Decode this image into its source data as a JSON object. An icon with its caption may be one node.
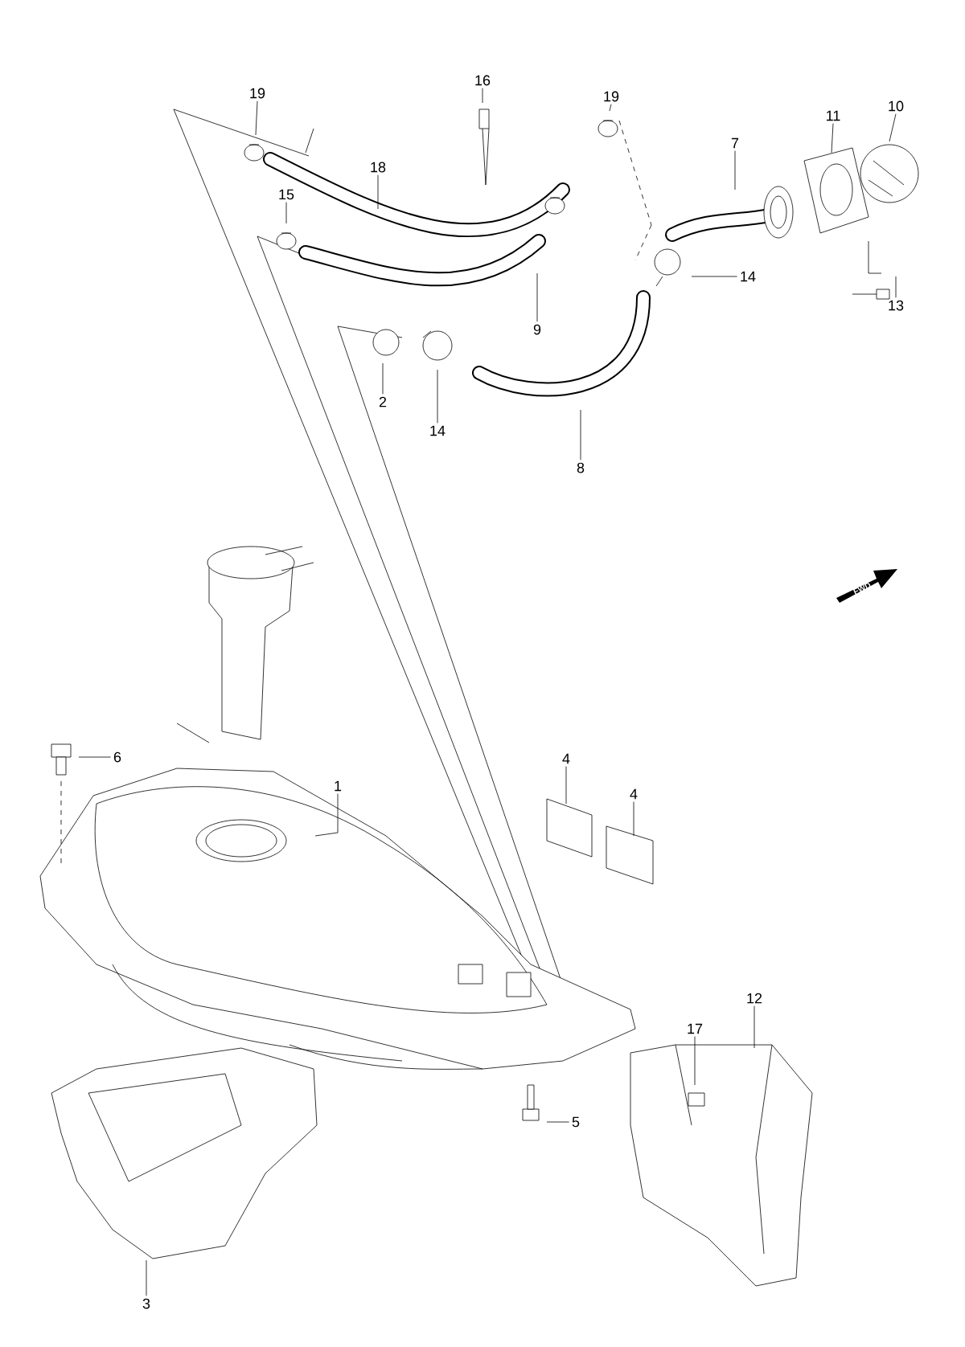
{
  "diagram": {
    "nodes": [
      {
        "text": [
          "16"
        ]
      },
      {
        "text": [
          "19"
        ]
      },
      {
        "text": [
          "19"
        ]
      },
      {
        "text": [
          "10"
        ]
      },
      {
        "text": [
          "11"
        ]
      },
      {
        "text": [
          "7"
        ]
      },
      {
        "text": [
          "18"
        ]
      },
      {
        "text": [
          "15"
        ]
      },
      {
        "text": [
          "14"
        ]
      },
      {
        "text": [
          "9"
        ]
      },
      {
        "text": [
          "13"
        ]
      },
      {
        "text": [
          "2"
        ]
      },
      {
        "text": [
          "14"
        ]
      },
      {
        "text": [
          "8"
        ]
      },
      {
        "text": [
          "6"
        ]
      },
      {
        "text": [
          "4"
        ]
      },
      {
        "text": [
          "4"
        ]
      },
      {
        "text": [
          "1"
        ]
      },
      {
        "text": [
          "12"
        ]
      },
      {
        "text": [
          "17"
        ]
      },
      {
        "text": [
          "5"
        ]
      },
      {
        "text": [
          "3"
        ]
      }
    ],
    "edges": [
      {
        "from": 0,
        "to": null,
        "arrow": "none"
      },
      {
        "from": 1,
        "to": null,
        "arrow": "none"
      },
      {
        "from": 2,
        "to": null,
        "arrow": "none"
      },
      {
        "from": 3,
        "to": null,
        "arrow": "none"
      },
      {
        "from": 4,
        "to": null,
        "arrow": "none"
      },
      {
        "from": 5,
        "to": null,
        "arrow": "none"
      },
      {
        "from": 6,
        "to": null,
        "arrow": "none"
      },
      {
        "from": 7,
        "to": null,
        "arrow": "none"
      },
      {
        "from": 8,
        "to": null,
        "arrow": "none"
      },
      {
        "from": 9,
        "to": null,
        "arrow": "none"
      },
      {
        "from": 10,
        "to": null,
        "arrow": "none"
      },
      {
        "from": 11,
        "to": null,
        "arrow": "none"
      },
      {
        "from": 12,
        "to": null,
        "arrow": "none"
      },
      {
        "from": 13,
        "to": null,
        "arrow": "none"
      },
      {
        "from": 14,
        "to": null,
        "arrow": "none"
      },
      {
        "from": 15,
        "to": null,
        "arrow": "none"
      },
      {
        "from": 16,
        "to": null,
        "arrow": "none"
      },
      {
        "from": 17,
        "to": null,
        "arrow": "none"
      },
      {
        "from": 18,
        "to": null,
        "arrow": "none"
      },
      {
        "from": 19,
        "to": null,
        "arrow": "none"
      },
      {
        "from": 20,
        "to": null,
        "arrow": "none"
      },
      {
        "from": 21,
        "to": null,
        "arrow": "none"
      }
    ],
    "labels": [
      "FWD"
    ]
  }
}
